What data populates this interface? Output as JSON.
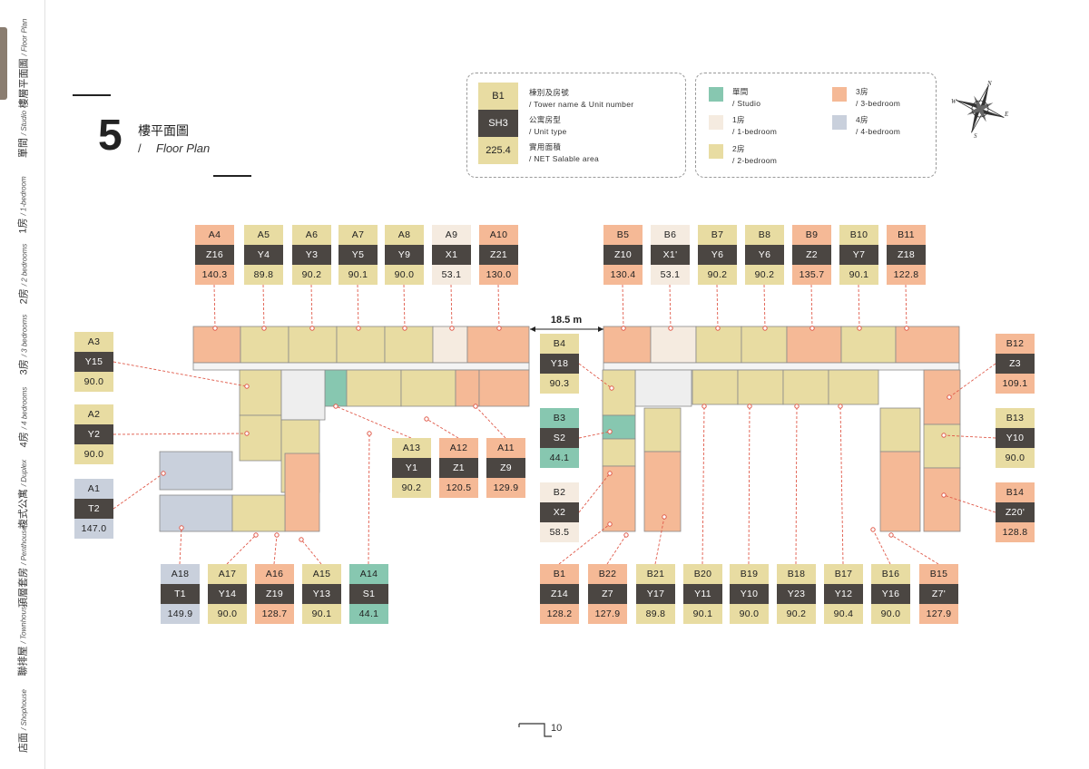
{
  "sidebar": {
    "items": [
      {
        "zh": "樓層平面圖",
        "en": "/ Floor Plan",
        "active": true
      },
      {
        "zh": "單間",
        "en": "/ Studio",
        "active": false
      },
      {
        "zh": "1房",
        "en": "/ 1-bedroom",
        "active": false
      },
      {
        "zh": "2房",
        "en": "/ 2 bedrooms",
        "active": false
      },
      {
        "zh": "3房",
        "en": "/ 3 bedrooms",
        "active": false
      },
      {
        "zh": "4房",
        "en": "/ 4 bedrooms",
        "active": false
      },
      {
        "zh": "複式公寓",
        "en": "/ Duplex",
        "active": false
      },
      {
        "zh": "頂層套房",
        "en": "/ Penthouse",
        "active": false
      },
      {
        "zh": "聯排屋",
        "en": "/ Townhouse",
        "active": false
      },
      {
        "zh": "店面",
        "en": "/ Shophouse",
        "active": false
      }
    ]
  },
  "heading": {
    "floor_number": "5",
    "title_zh": "樓平面圖",
    "slash": "/",
    "title_en": "Floor Plan"
  },
  "legend": {
    "sample": {
      "unit": "B1",
      "type": "SH3",
      "area": "225.4"
    },
    "descriptions": [
      {
        "zh": "棟別及房號",
        "en": "/ Tower name & Unit number"
      },
      {
        "zh": "公寓房型",
        "en": "/ Unit type"
      },
      {
        "zh": "實用面積",
        "en": "/ NET Salable area"
      }
    ],
    "types": [
      {
        "key": "studio",
        "zh": "單間",
        "en": "/ Studio"
      },
      {
        "key": "1br",
        "zh": "1房",
        "en": "/ 1-bedroom"
      },
      {
        "key": "2br",
        "zh": "2房",
        "en": "/ 2-bedroom"
      },
      {
        "key": "3br",
        "zh": "3房",
        "en": "/ 3-bedroom"
      },
      {
        "key": "4br",
        "zh": "4房",
        "en": "/ 4-bedroom"
      }
    ]
  },
  "compass": {
    "n": "N",
    "s": "S",
    "e": "E",
    "w": "W"
  },
  "colors": {
    "studio": "#87c7b0",
    "1br": "#f5ebe0",
    "2br": "#e8dca2",
    "3br": "#f5b996",
    "4br": "#c9d0dc",
    "dark": "#4b4642",
    "wall": "#8a8a8a",
    "marker": "#e05a4a"
  },
  "dimension_label": "18.5 m",
  "units": [
    {
      "id": "A4",
      "type": "Z16",
      "area": "140.3",
      "cat": "3br"
    },
    {
      "id": "A5",
      "type": "Y4",
      "area": "89.8",
      "cat": "2br"
    },
    {
      "id": "A6",
      "type": "Y3",
      "area": "90.2",
      "cat": "2br"
    },
    {
      "id": "A7",
      "type": "Y5",
      "area": "90.1",
      "cat": "2br"
    },
    {
      "id": "A8",
      "type": "Y9",
      "area": "90.0",
      "cat": "2br"
    },
    {
      "id": "A9",
      "type": "X1",
      "area": "53.1",
      "cat": "1br"
    },
    {
      "id": "A10",
      "type": "Z21",
      "area": "130.0",
      "cat": "3br"
    },
    {
      "id": "B5",
      "type": "Z10",
      "area": "130.4",
      "cat": "3br"
    },
    {
      "id": "B6",
      "type": "X1'",
      "area": "53.1",
      "cat": "1br"
    },
    {
      "id": "B7",
      "type": "Y6",
      "area": "90.2",
      "cat": "2br"
    },
    {
      "id": "B8",
      "type": "Y6",
      "area": "90.2",
      "cat": "2br"
    },
    {
      "id": "B9",
      "type": "Z2",
      "area": "135.7",
      "cat": "3br"
    },
    {
      "id": "B10",
      "type": "Y7",
      "area": "90.1",
      "cat": "2br"
    },
    {
      "id": "B11",
      "type": "Z18",
      "area": "122.8",
      "cat": "3br"
    },
    {
      "id": "A3",
      "type": "Y15",
      "area": "90.0",
      "cat": "2br"
    },
    {
      "id": "A2",
      "type": "Y2",
      "area": "90.0",
      "cat": "2br"
    },
    {
      "id": "A1",
      "type": "T2",
      "area": "147.0",
      "cat": "4br"
    },
    {
      "id": "B4",
      "type": "Y18",
      "area": "90.3",
      "cat": "2br"
    },
    {
      "id": "B3",
      "type": "S2",
      "area": "44.1",
      "cat": "studio"
    },
    {
      "id": "B2",
      "type": "X2",
      "area": "58.5",
      "cat": "1br"
    },
    {
      "id": "A13",
      "type": "Y1",
      "area": "90.2",
      "cat": "2br"
    },
    {
      "id": "A12",
      "type": "Z1",
      "area": "120.5",
      "cat": "3br"
    },
    {
      "id": "A11",
      "type": "Z9",
      "area": "129.9",
      "cat": "3br"
    },
    {
      "id": "B12",
      "type": "Z3",
      "area": "109.1",
      "cat": "3br"
    },
    {
      "id": "B13",
      "type": "Y10",
      "area": "90.0",
      "cat": "2br"
    },
    {
      "id": "B14",
      "type": "Z20'",
      "area": "128.8",
      "cat": "3br"
    },
    {
      "id": "A18",
      "type": "T1",
      "area": "149.9",
      "cat": "4br"
    },
    {
      "id": "A17",
      "type": "Y14",
      "area": "90.0",
      "cat": "2br"
    },
    {
      "id": "A16",
      "type": "Z19",
      "area": "128.7",
      "cat": "3br"
    },
    {
      "id": "A15",
      "type": "Y13",
      "area": "90.1",
      "cat": "2br"
    },
    {
      "id": "A14",
      "type": "S1",
      "area": "44.1",
      "cat": "studio"
    },
    {
      "id": "B1",
      "type": "Z14",
      "area": "128.2",
      "cat": "3br"
    },
    {
      "id": "B22",
      "type": "Z7",
      "area": "127.9",
      "cat": "3br"
    },
    {
      "id": "B21",
      "type": "Y17",
      "area": "89.8",
      "cat": "2br"
    },
    {
      "id": "B20",
      "type": "Y11",
      "area": "90.1",
      "cat": "2br"
    },
    {
      "id": "B19",
      "type": "Y10",
      "area": "90.0",
      "cat": "2br"
    },
    {
      "id": "B18",
      "type": "Y23",
      "area": "90.2",
      "cat": "2br"
    },
    {
      "id": "B17",
      "type": "Y12",
      "area": "90.4",
      "cat": "2br"
    },
    {
      "id": "B16",
      "type": "Y16",
      "area": "90.0",
      "cat": "2br"
    },
    {
      "id": "B15",
      "type": "Z7'",
      "area": "127.9",
      "cat": "3br"
    }
  ],
  "page_number": "10"
}
